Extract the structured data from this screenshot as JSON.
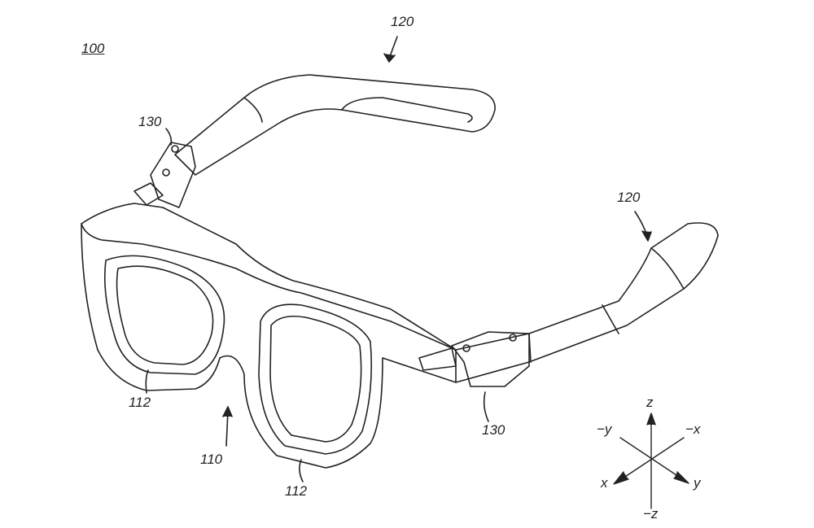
{
  "figure": {
    "ref_device": "100",
    "ref_temple_left": "120",
    "ref_temple_right": "120",
    "ref_hinge_left": "130",
    "ref_hinge_right": "130",
    "ref_frame": "110",
    "ref_lens_rim_left": "112",
    "ref_lens_rim_right": "112"
  },
  "axes": {
    "z": "z",
    "neg_z": "−z",
    "x": "x",
    "neg_x": "−x",
    "y": "y",
    "neg_y": "−y"
  }
}
